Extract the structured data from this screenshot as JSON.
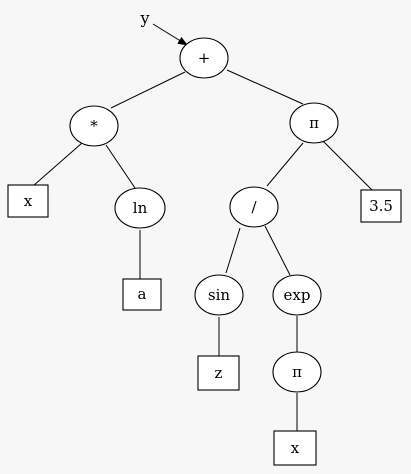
{
  "diagram": {
    "pointer_label": "y",
    "nodes": {
      "root_plus": "+",
      "times": "*",
      "pi_top": "π",
      "x_left": "x",
      "ln": "ln",
      "a": "a",
      "divide": "/",
      "const_35": "3.5",
      "sin": "sin",
      "exp": "exp",
      "z": "z",
      "pi_bottom": "π",
      "x_bottom": "x"
    }
  }
}
